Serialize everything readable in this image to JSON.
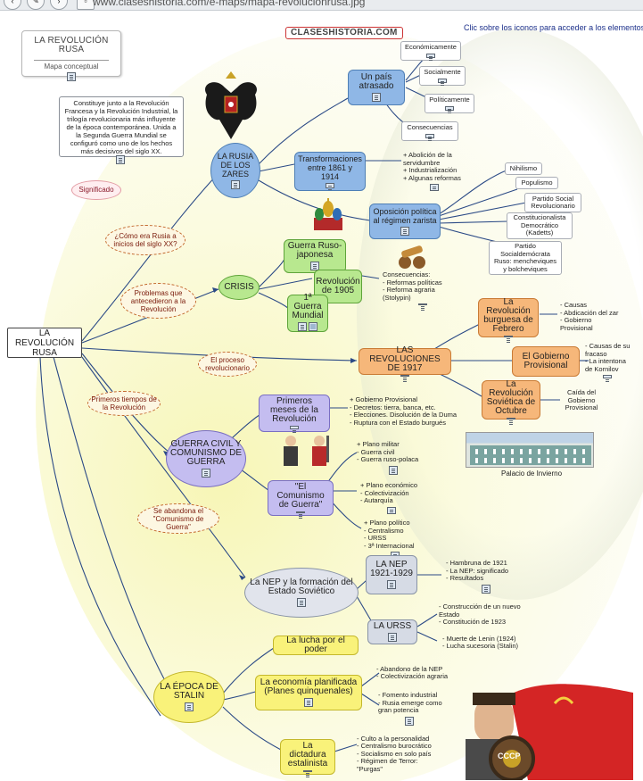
{
  "browser": {
    "url": "www.claseshistoria.com/e-maps/mapa-revolucionrusa.jpg"
  },
  "header": {
    "title": "LA REVOLUCIÓN RUSA",
    "subtitle": "Mapa conceptual",
    "brand": "CLASESHISTORIA.COM",
    "hint": "Clic sobre los iconos para acceder a los elementos"
  },
  "intro": "Constituye junto a la Revolución Francesa y la Revolución Industrial, la trilogía revolucionaria más influyente de la época contemporánea. Unida a la Segunda Guerra Mundial se configuró como uno de los hechos más decisivos del siglo XX.",
  "root": "LA REVOLUCIÓN RUSA",
  "significado": "Significado",
  "link_labels": {
    "como_era": "¿Cómo era Rusia a inicios del siglo XX?",
    "problemas": "Problemas que antecedieron a la Revolución",
    "proceso": "El proceso revolucionario",
    "primeros": "Primeros tiempos de la Revolución",
    "abandona": "Se abandona el \"Comunismo de Guerra\""
  },
  "zares": {
    "label": "LA RUSIA DE LOS ZARES",
    "atrasado": "Un país atrasado",
    "economicamente": "Económicamente",
    "socialmente": "Socialmente",
    "politicamente": "Políticamente",
    "consecuencias": "Consecuencias",
    "transformaciones": "Transformaciones entre 1861 y 1914",
    "transf_items": [
      "+ Abolición de la servidumbre",
      "+ Industrialización",
      "+ Algunas reformas"
    ],
    "oposicion": "Oposición política al régimen zarista",
    "nihilismo": "Nihilismo",
    "populismo": "Populismo",
    "psr": "Partido Social Revolucionario",
    "kadetes": "Constitucionalista Democrático (Kadetts)",
    "psd": "Partido Socialdemócrata Ruso: mencheviques y bolcheviques"
  },
  "crisis": {
    "label": "CRISIS",
    "japonesa": "Guerra Ruso-japonesa",
    "r1905": "Revolución de 1905",
    "mundial": "1ª Guerra Mundial",
    "consecuencias": "Consecuencias:",
    "cons_items": [
      "- Reformas políticas",
      "- Reforma agraria (Stolypin)"
    ]
  },
  "revoluciones": {
    "label": "LAS REVOLUCIONES DE 1917",
    "febrero": "La Revolución burguesa de Febrero",
    "febrero_items": [
      "- Causas",
      "- Abdicación del zar",
      "- Gobierno Provisional"
    ],
    "gobierno": "El Gobierno Provisional",
    "gobierno_items": [
      "- Causas de su fracaso",
      "- La intentona de Kornilov"
    ],
    "octubre": "La Revolución Soviética de Octubre",
    "octubre_items": [
      "Caída del Gobierno Provisional"
    ],
    "palacio": "Palacio de Invierno"
  },
  "guerra": {
    "label": "GUERRA CIVIL Y COMUNISMO DE GUERRA",
    "primeros": "Primeros meses de la Revolución",
    "primeros_items": [
      "+ Gobierno Provisional",
      "- Decretos: tierra, banca, etc.",
      "- Elecciones. Disolución de la Duma",
      "- Ruptura con el Estado burgués"
    ],
    "militar_items": [
      "+ Plano militar",
      "- Guerra civil",
      "- Guerra ruso-polaca"
    ],
    "comunismo": "\"El Comunismo de Guerra\"",
    "economico_items": [
      "+ Plano económico",
      "- Colectivización",
      "- Autarquía"
    ],
    "politico_items": [
      "+ Plano político",
      "- Centralismo",
      "- URSS",
      "- 3ª Internacional"
    ]
  },
  "nep": {
    "label": "La NEP y la formación del Estado Soviético",
    "nep": "LA NEP 1921-1929",
    "nep_items": [
      "- Hambruna de 1921",
      "- La NEP: significado",
      "- Resultados"
    ],
    "urss": "LA URSS",
    "urss_items_a": [
      "- Construcción de un nuevo Estado",
      "- Constitución de 1923"
    ],
    "urss_items_b": [
      "- Muerte de Lenin (1924)",
      "- Lucha sucesoria (Stalin)"
    ]
  },
  "stalin": {
    "label": "LA ÉPOCA DE STALIN",
    "lucha": "La lucha por el poder",
    "economia": "La economía planificada (Planes quinquenales)",
    "eco_items_a": [
      "- Abandono de la NEP",
      "- Colectivización agraria"
    ],
    "eco_items_b": [
      "- Fomento industrial",
      "- Rusia emerge como gran potencia"
    ],
    "dictadura": "La dictadura estalinista",
    "dict_items": [
      "- Culto a la personalidad",
      "- Centralismo burocrático",
      "- Socialismo en solo país",
      "- Régimen de Terror: \"Purgas\""
    ],
    "badge": "CCCP"
  },
  "colors": {
    "blue": "#8fb7e6",
    "green": "#b8e88f",
    "orange": "#f6b77a",
    "purple": "#c4bdf0",
    "gray": "#d6dbe5",
    "yellow": "#f9f27a",
    "link_line": "#2b4a86"
  }
}
